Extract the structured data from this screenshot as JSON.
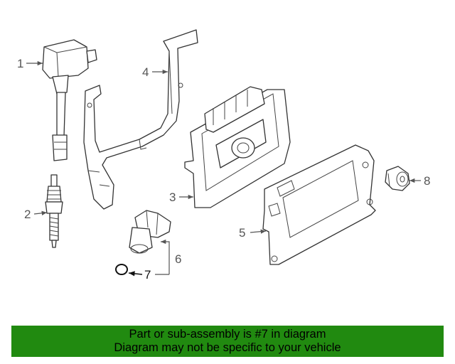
{
  "diagram": {
    "callouts": [
      {
        "number": "1"
      },
      {
        "number": "2"
      },
      {
        "number": "3"
      },
      {
        "number": "4"
      },
      {
        "number": "5"
      },
      {
        "number": "6"
      },
      {
        "number": "7"
      },
      {
        "number": "8"
      }
    ],
    "highlighted_part": "7"
  },
  "banner": {
    "line1": "Part or sub-assembly is #7 in diagram",
    "line2": "Diagram may not be specific to your vehicle",
    "color": "#218a10"
  }
}
